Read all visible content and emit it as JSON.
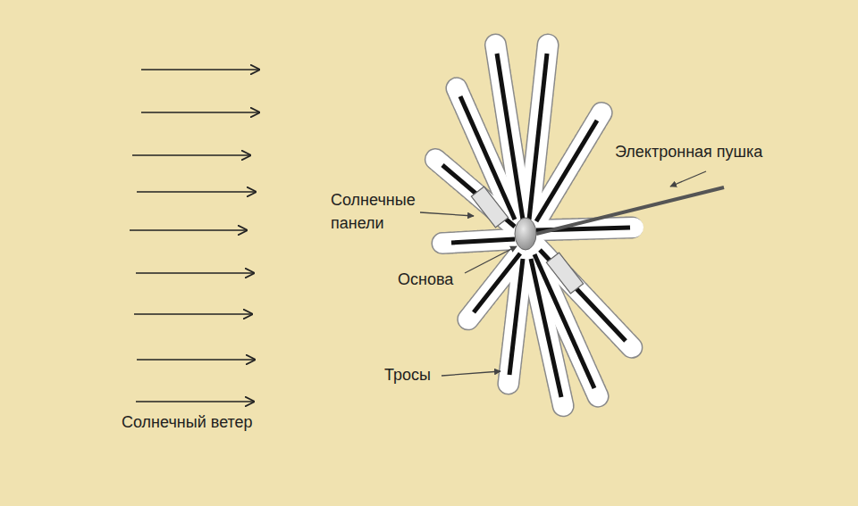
{
  "diagram": {
    "labels": [
      "Солнечный ветер",
      "Электронная пушка",
      "Солнечные панели",
      "Основа",
      "Тросы"
    ]
  }
}
